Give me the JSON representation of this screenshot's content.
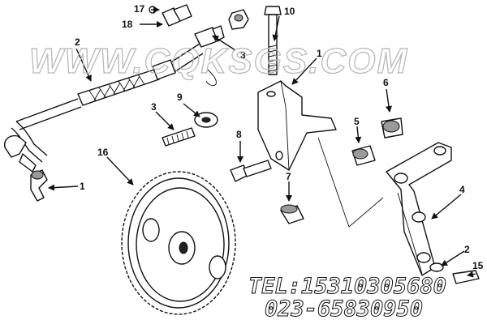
{
  "watermark": {
    "site": "WWW.CQKSGS.COM",
    "phone": "TEL:15310305680",
    "phone2": "023-65830950"
  },
  "callouts": {
    "c1a": "1",
    "c1b": "1",
    "c2a": "2",
    "c2b": "2",
    "c3a": "3",
    "c3b": "3",
    "c4": "4",
    "c5": "5",
    "c6": "6",
    "c7": "7",
    "c8": "8",
    "c9": "9",
    "c10": "10",
    "c15": "15",
    "c16": "16",
    "c17": "17",
    "c18": "18"
  }
}
